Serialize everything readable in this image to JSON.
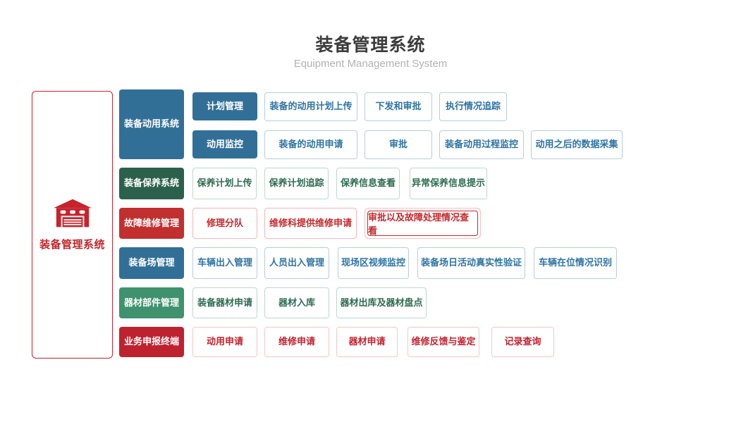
{
  "header": {
    "title": "装备管理系统",
    "subtitle": "Equipment Management System"
  },
  "root": {
    "label": "装备管理系统",
    "icon": "garage-icon"
  },
  "colors": {
    "blue": "#326f97",
    "dark_green": "#2b614c",
    "green": "#3f926e",
    "red": "#c12f2f",
    "crimson": "#bf222f",
    "leaf_blue_text": "#2f74a3",
    "leaf_green_text": "#2e6b51",
    "leaf_red_text": "#c42a2e",
    "root_red": "#c1272d",
    "title_text": "#3c3c3c",
    "subtitle_text": "#b2b2b2"
  },
  "sections": [
    {
      "label": "装备动用系统",
      "color": "blue",
      "rows": [
        {
          "sub": "计划管理",
          "items": [
            "装备的动用计划上传",
            "下发和审批",
            "执行情况追踪"
          ]
        },
        {
          "sub": "动用监控",
          "items": [
            "装备的动用申请",
            "审批",
            "装备动用过程监控",
            "动用之后的数据采集"
          ]
        }
      ]
    },
    {
      "label": "装备保养系统",
      "color": "dark_green",
      "items": [
        "保养计划上传",
        "保养计划追踪",
        "保养信息查看",
        "异常保养信息提示"
      ]
    },
    {
      "label": "故障维修管理",
      "color": "red",
      "items": [
        "修理分队",
        "维修科提供维修申请",
        "审批以及故障处理情况查看"
      ]
    },
    {
      "label": "装备场管理",
      "color": "blue",
      "items": [
        "车辆出入管理",
        "人员出入管理",
        "现场区视频监控",
        "装备场日活动真实性验证",
        "车辆在位情况识别"
      ]
    },
    {
      "label": "器材部件管理",
      "color": "green",
      "items": [
        "装备器材申请",
        "器材入库",
        "器材出库及器材盘点"
      ]
    },
    {
      "label": "业务申报终端",
      "color": "crimson",
      "items": [
        "动用申请",
        "维修申请",
        "器材申请",
        "维修反馈与鉴定",
        "记录查询"
      ]
    }
  ]
}
